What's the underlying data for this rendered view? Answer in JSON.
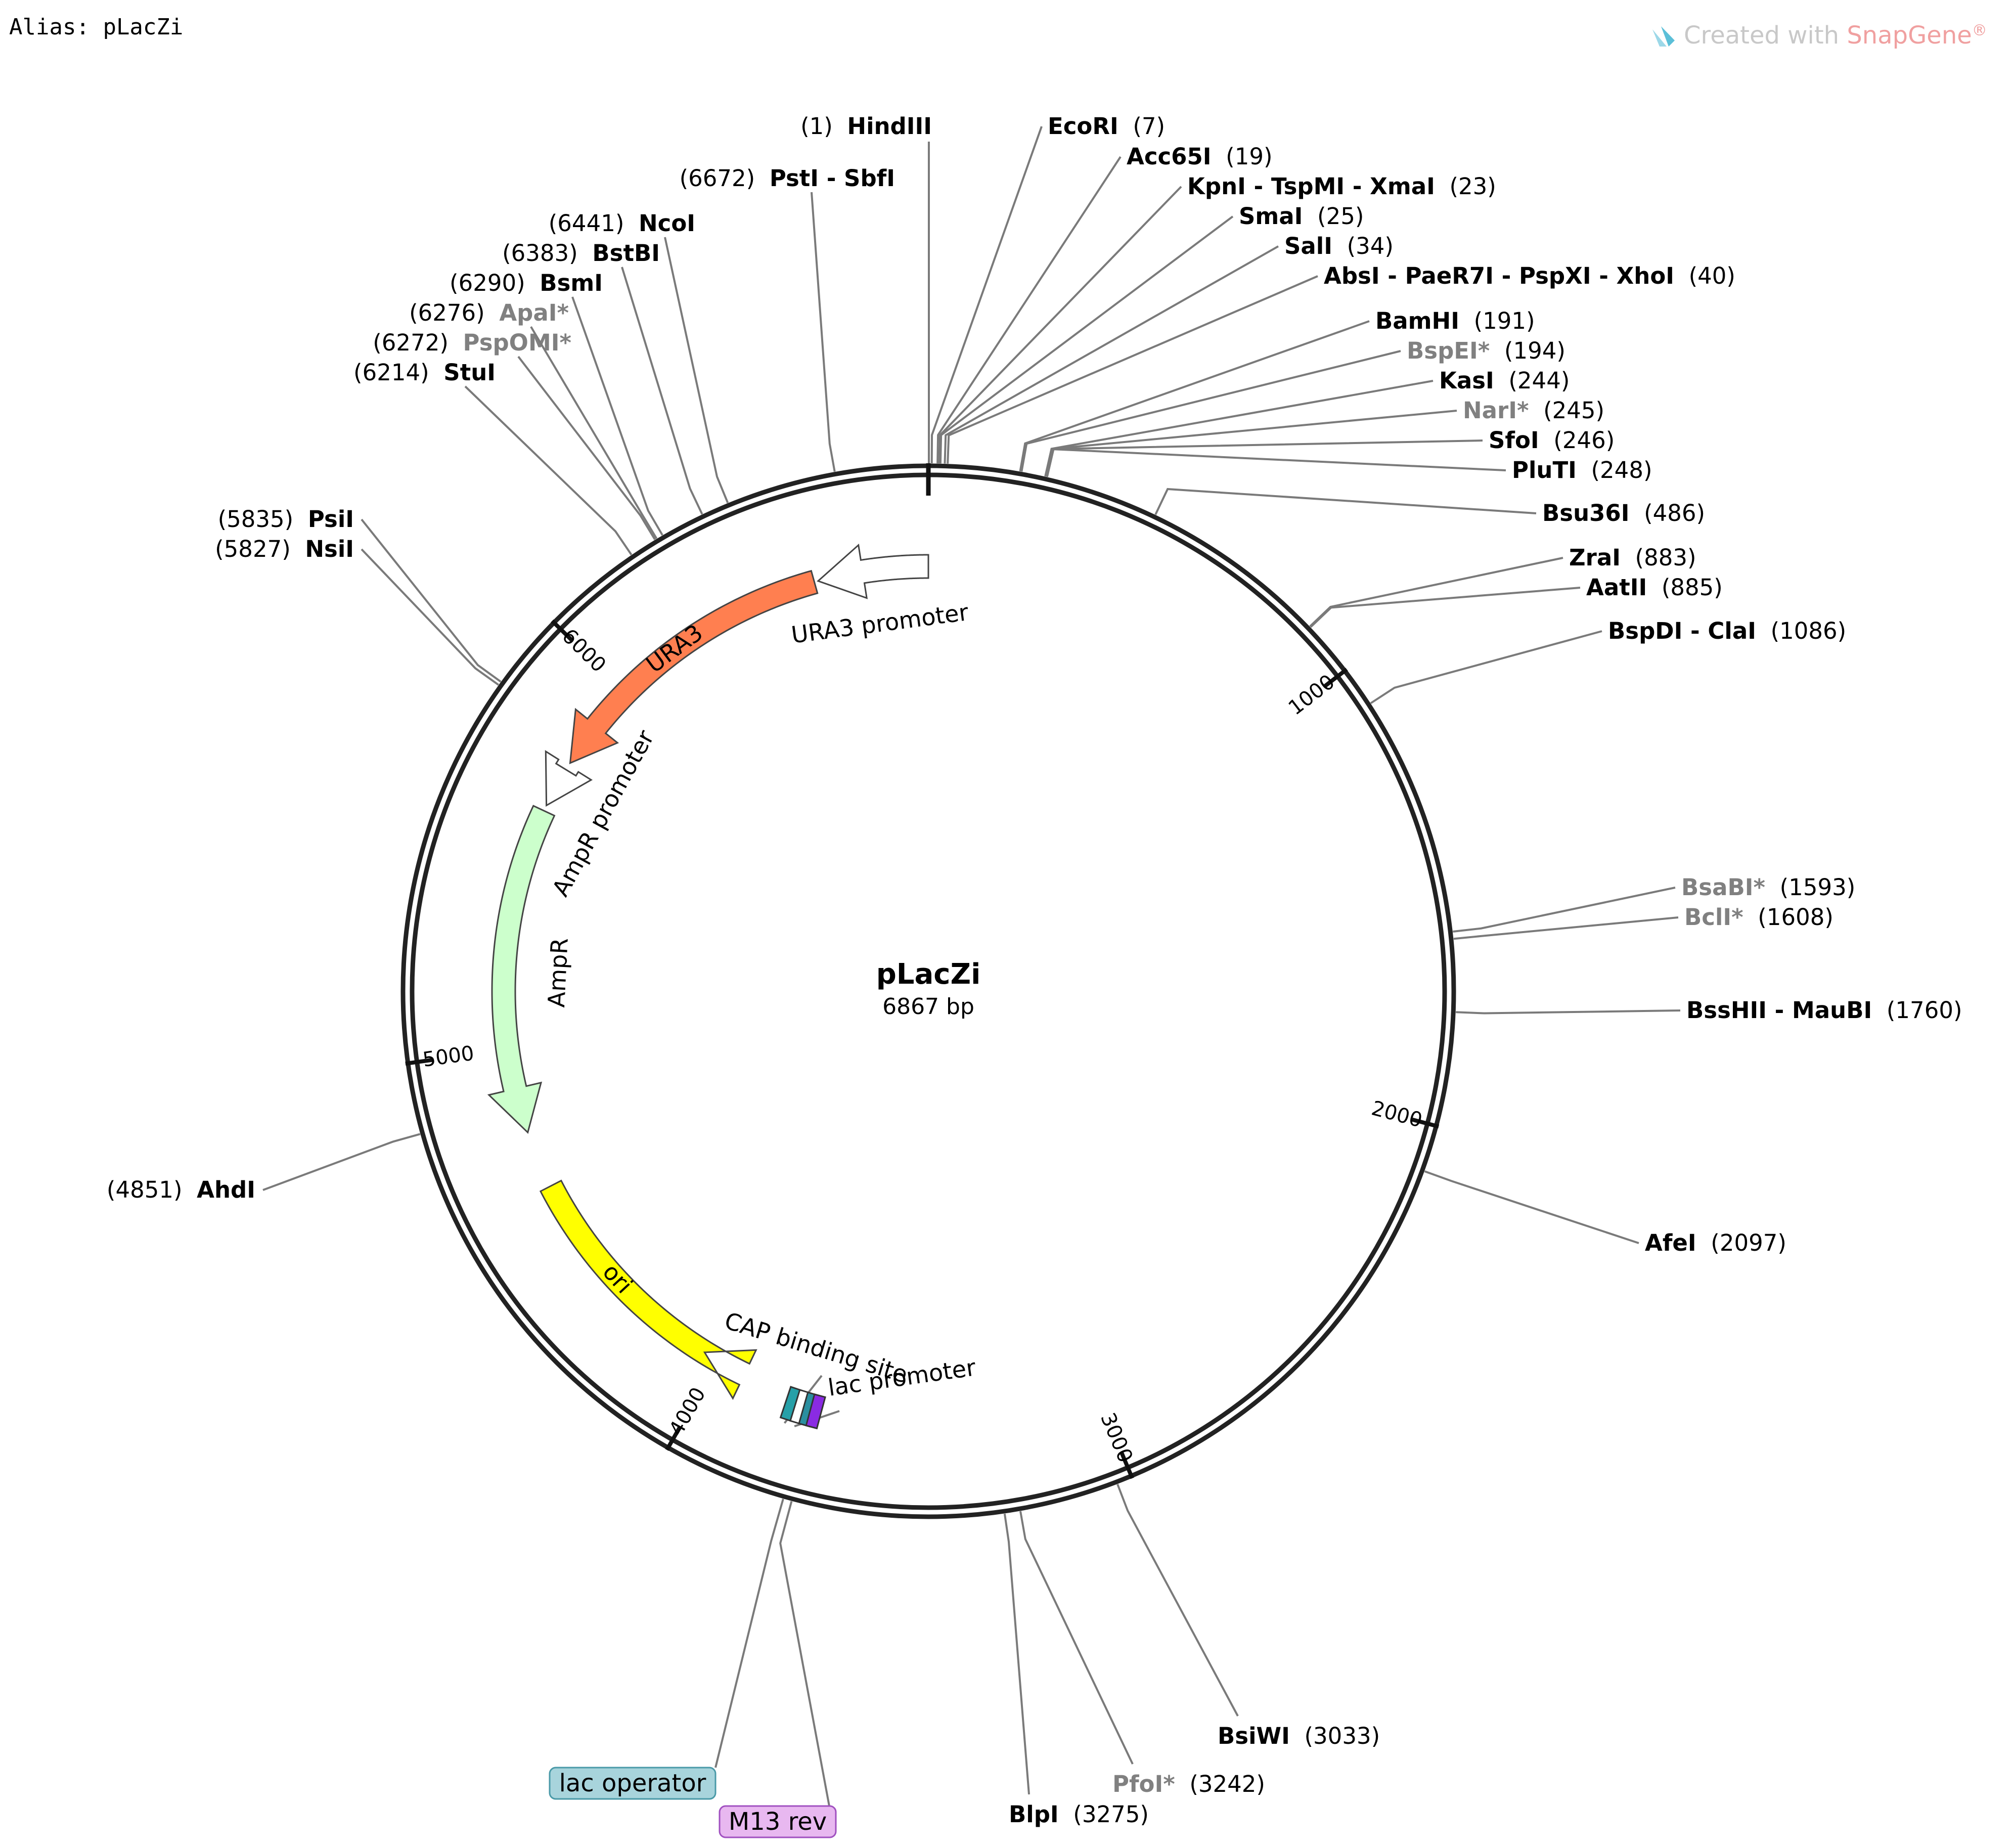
{
  "alias": {
    "label": "Alias:",
    "value": "pLacZi"
  },
  "brand": {
    "prefix": "Created with ",
    "name": "SnapGene",
    "mark": "®",
    "icon": "snapgene-logo-icon",
    "color_prefix": "#c8c8c8",
    "color_name": "#f0a0a0"
  },
  "plasmid": {
    "name": "pLacZi",
    "length_bp": 6867,
    "size_label": "6867 bp"
  },
  "ticks": [
    {
      "pos": 1000,
      "label": "1000"
    },
    {
      "pos": 2000,
      "label": "2000"
    },
    {
      "pos": 3000,
      "label": "3000"
    },
    {
      "pos": 4000,
      "label": "4000"
    },
    {
      "pos": 5000,
      "label": "5000"
    },
    {
      "pos": 6000,
      "label": "6000"
    }
  ],
  "features": [
    {
      "name": "URA3 promoter",
      "label": "URA3 promoter",
      "start": 6867,
      "end": 6580,
      "strand": -1,
      "color": "#ffffff",
      "labelInside": false
    },
    {
      "name": "URA3",
      "label": "URA3",
      "start": 6570,
      "end": 5770,
      "strand": -1,
      "color": "#ff7f50",
      "labelInside": true
    },
    {
      "name": "AmpR promoter",
      "label": "AmpR promoter",
      "start": 5750,
      "end": 5645,
      "strand": -1,
      "color": "#ffffff",
      "labelInside": false
    },
    {
      "name": "AmpR",
      "label": "AmpR",
      "start": 5630,
      "end": 4780,
      "strand": -1,
      "color": "#ccffcc",
      "labelInside": false
    },
    {
      "name": "ori",
      "label": "ori",
      "start": 4630,
      "end": 4040,
      "strand": 1,
      "color": "#ffff00",
      "labelInside": true
    }
  ],
  "small_features": [
    {
      "name": "CAP binding site",
      "color": "#26a0a8",
      "pos": 3785
    },
    {
      "name": "lac promoter",
      "color": "#ffffff",
      "pos": 3760
    },
    {
      "name": "lac operator",
      "color": "#2a8fa0",
      "pos": 3738
    },
    {
      "name": "M13 rev",
      "color": "#8a2be2",
      "pos": 3720
    }
  ],
  "small_feature_labels": {
    "cap": "CAP binding site",
    "lacp": "lac promoter"
  },
  "boxed_labels": [
    {
      "text": "lac operator",
      "bg": "#a8d4dc",
      "border": "#4a9aa8"
    },
    {
      "text": "M13 rev",
      "bg": "#e8b8f0",
      "border": "#a050c0"
    }
  ],
  "sites": [
    {
      "pos": "(1)",
      "name": "HindIII",
      "bp": 1,
      "grey": false,
      "side": "top"
    },
    {
      "name": "EcoRI",
      "pos": "(7)",
      "bp": 7,
      "grey": false,
      "side": "right"
    },
    {
      "name": "Acc65I",
      "pos": "(19)",
      "bp": 19,
      "grey": false,
      "side": "right"
    },
    {
      "name": "KpnI - TspMI - XmaI",
      "pos": "(23)",
      "bp": 23,
      "grey": false,
      "side": "right"
    },
    {
      "name": "SmaI",
      "pos": "(25)",
      "bp": 25,
      "grey": false,
      "side": "right"
    },
    {
      "name": "SalI",
      "pos": "(34)",
      "bp": 34,
      "grey": false,
      "side": "right"
    },
    {
      "name": "AbsI - PaeR7I - PspXI - XhoI",
      "pos": "(40)",
      "bp": 40,
      "grey": false,
      "side": "right"
    },
    {
      "name": "BamHI",
      "pos": "(191)",
      "bp": 191,
      "grey": false,
      "side": "right"
    },
    {
      "name": "BspEI*",
      "pos": "(194)",
      "bp": 194,
      "grey": true,
      "side": "right"
    },
    {
      "name": "KasI",
      "pos": "(244)",
      "bp": 244,
      "grey": false,
      "side": "right"
    },
    {
      "name": "NarI*",
      "pos": "(245)",
      "bp": 245,
      "grey": true,
      "side": "right"
    },
    {
      "name": "SfoI",
      "pos": "(246)",
      "bp": 246,
      "grey": false,
      "side": "right"
    },
    {
      "name": "PluTI",
      "pos": "(248)",
      "bp": 248,
      "grey": false,
      "side": "right"
    },
    {
      "name": "Bsu36I",
      "pos": "(486)",
      "bp": 486,
      "grey": false,
      "side": "right"
    },
    {
      "name": "ZraI",
      "pos": "(883)",
      "bp": 883,
      "grey": false,
      "side": "right"
    },
    {
      "name": "AatII",
      "pos": "(885)",
      "bp": 885,
      "grey": false,
      "side": "right"
    },
    {
      "name": "BspDI - ClaI",
      "pos": "(1086)",
      "bp": 1086,
      "grey": false,
      "side": "right"
    },
    {
      "name": "BsaBI*",
      "pos": "(1593)",
      "bp": 1593,
      "grey": true,
      "side": "right"
    },
    {
      "name": "BclI*",
      "pos": "(1608)",
      "bp": 1608,
      "grey": true,
      "side": "right"
    },
    {
      "name": "BssHII - MauBI",
      "pos": "(1760)",
      "bp": 1760,
      "grey": false,
      "side": "right"
    },
    {
      "name": "AfeI",
      "pos": "(2097)",
      "bp": 2097,
      "grey": false,
      "side": "right"
    },
    {
      "name": "BsiWI",
      "pos": "(3033)",
      "bp": 3033,
      "grey": false,
      "side": "right"
    },
    {
      "name": "PfoI*",
      "pos": "(3242)",
      "bp": 3242,
      "grey": true,
      "side": "right"
    },
    {
      "name": "BlpI",
      "pos": "(3275)",
      "bp": 3275,
      "grey": false,
      "side": "right"
    },
    {
      "pos": "(4851)",
      "name": "AhdI",
      "bp": 4851,
      "grey": false,
      "side": "left"
    },
    {
      "pos": "(5827)",
      "name": "NsiI",
      "bp": 5827,
      "grey": false,
      "side": "left"
    },
    {
      "pos": "(5835)",
      "name": "PsiI",
      "bp": 5835,
      "grey": false,
      "side": "left"
    },
    {
      "pos": "(6214)",
      "name": "StuI",
      "bp": 6214,
      "grey": false,
      "side": "left"
    },
    {
      "pos": "(6272)",
      "name": "PspOMI*",
      "bp": 6272,
      "grey": true,
      "side": "left"
    },
    {
      "pos": "(6276)",
      "name": "ApaI*",
      "bp": 6276,
      "grey": true,
      "side": "left"
    },
    {
      "pos": "(6290)",
      "name": "BsmI",
      "bp": 6290,
      "grey": false,
      "side": "left"
    },
    {
      "pos": "(6383)",
      "name": "BstBI",
      "bp": 6383,
      "grey": false,
      "side": "left"
    },
    {
      "pos": "(6441)",
      "name": "NcoI",
      "bp": 6441,
      "grey": false,
      "side": "left"
    },
    {
      "pos": "(6672)",
      "name": "PstI - SbfI",
      "bp": 6672,
      "grey": false,
      "side": "left"
    }
  ]
}
